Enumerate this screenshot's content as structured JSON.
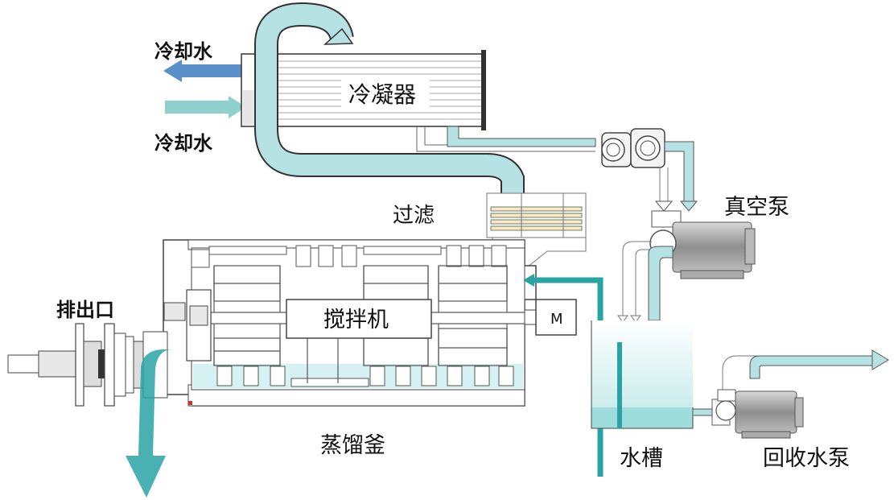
{
  "labels": {
    "cooling_water_out": "冷却水",
    "cooling_water_in": "冷却水",
    "condenser": "冷凝器",
    "filter": "过滤",
    "vacuum_pump": "真空泵",
    "outlet": "排出口",
    "mixer": "搅拌机",
    "motor": "M",
    "still": "蒸馏釜",
    "water_tank": "水槽",
    "recovery_pump": "回收水泵"
  },
  "colors": {
    "cooling_out_arrow": "#5b8fc9",
    "cooling_in_arrow": "#8fd0cc",
    "vapor_pipe": "#b7e2e4",
    "teal_pipe": "#2aa3a5",
    "liquid": "#9fdcdc",
    "filter_band": "#f3ecc0",
    "pump_body": "#9a9a9a"
  }
}
